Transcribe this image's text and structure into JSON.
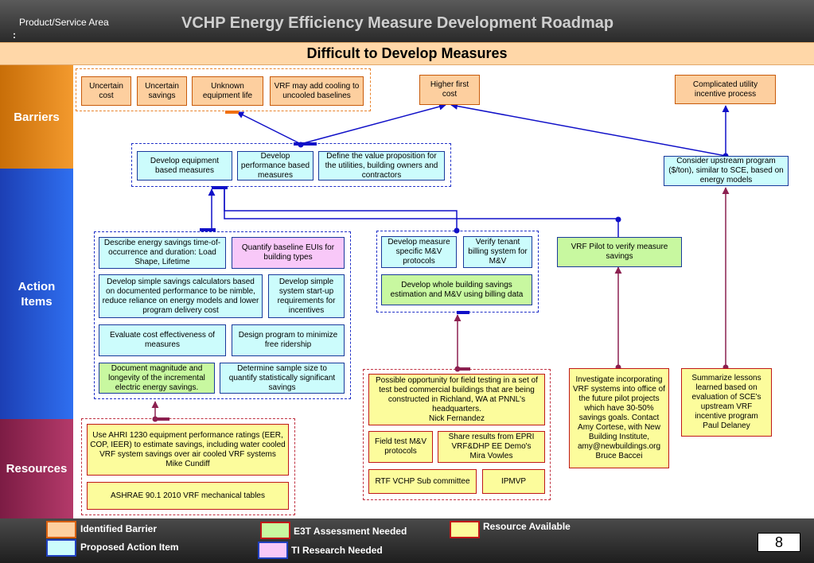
{
  "header": {
    "area_label": "Product/Service Area",
    "colon": ":",
    "title": "VCHP Energy Efficiency Measure Development Roadmap",
    "subtitle": "Difficult to Develop Measures"
  },
  "rows": {
    "barriers": "Barriers",
    "actions": "Action Items",
    "resources": "Resources"
  },
  "barriers": {
    "uncertain_cost": "Uncertain cost",
    "uncertain_savings": "Uncertain savings",
    "unknown_life": "Unknown equipment life",
    "vrf_cooling": "VRF may add cooling to uncooled baselines",
    "first_cost": "Higher first cost",
    "utility_process": "Complicated utility incentive process"
  },
  "actions": {
    "equipment_measures": "Develop equipment based measures",
    "performance_measures": "Develop performance based measures",
    "value_proposition": "Define the value proposition for the utilities, building owners and contractors",
    "upstream_program": "Consider upstream program ($/ton), similar to SCE, based on energy models",
    "describe_savings": "Describe energy savings time-of-occurrence and duration: Load Shape, Lifetime",
    "quantify_euis": "Quantify baseline EUIs for building types",
    "simple_calculators": "Develop simple savings calculators based on documented performance to be nimble, reduce reliance on energy models and lower program delivery cost",
    "startup_requirements": "Develop simple system start-up requirements for incentives",
    "cost_effectiveness": "Evaluate cost effectiveness of measures",
    "free_ridership": "Design program to minimize free ridership",
    "document_magnitude": "Document magnitude and longevity of the incremental electric energy savings.",
    "sample_size": "Determine sample size to quantify statistically significant savings",
    "mv_protocols": "Develop measure specific M&V protocols",
    "tenant_billing": "Verify tenant billing system for M&V",
    "whole_building": "Develop whole building savings estimation and M&V using billing data",
    "vrf_pilot": "VRF Pilot to verify measure savings"
  },
  "resources": {
    "ahri": "Use AHRI 1230 equipment performance ratings (EER, COP, IEER) to estimate savings, including water cooled VRF system savings over air cooled VRF systems\nMike Cundiff",
    "ashrae": "ASHRAE 90.1 2010 VRF mechanical tables",
    "field_testing": "Possible opportunity for field testing in a set of test bed commercial buildings that are being constructed in Richland, WA at PNNL's headquarters.\nNick Fernandez",
    "field_test_mv": "Field test M&V protocols",
    "epri_demos": "Share results from EPRI VRF&DHP EE Demo's\nMira Vowles",
    "rtf_committee": "RTF VCHP Sub committee",
    "ipmvp": "IPMVP",
    "investigate_vrf": "Investigate incorporating VRF systems into office of the future pilot projects which have 30-50% savings goals. Contact Amy Cortese, with New Building Institute, amy@newbuildings.org\nBruce Baccei",
    "sce_lessons": "Summarize lessons learned based on evaluation of SCE's upstream VRF incentive program\nPaul Delaney"
  },
  "legend": {
    "barrier": "Identified Barrier",
    "action": "Proposed Action Item",
    "e3t": "E3T Assessment Needed",
    "ti": "TI Research Needed",
    "resource": "Resource Available"
  },
  "page_number": "8",
  "colors": {
    "barrier_fill": "#fdcf9f",
    "action_fill": "#ccfcfc",
    "e3t_fill": "#c8f8a0",
    "ti_fill": "#f8c8f8",
    "resource_fill": "#fcfc9c",
    "connector_blue": "#1010c8",
    "connector_maroon": "#8c2050"
  }
}
